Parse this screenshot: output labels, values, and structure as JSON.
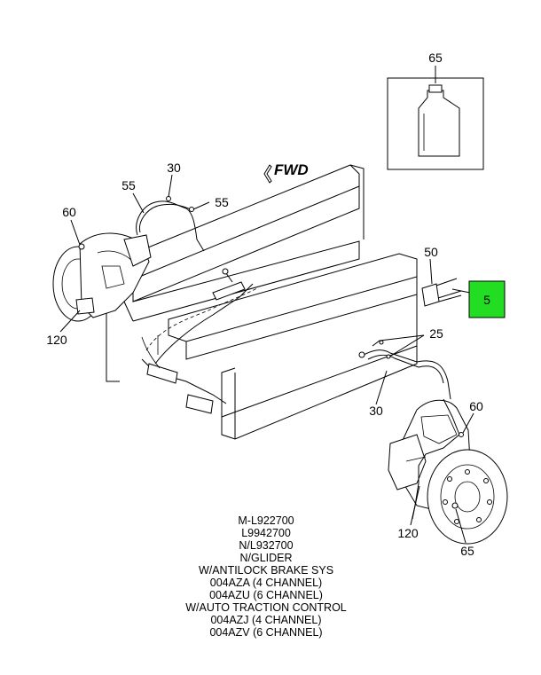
{
  "direction_label": "FWD",
  "callouts": {
    "fluid_bottle": "65",
    "harness_top": "30",
    "clip_left": "55",
    "clip_right": "55",
    "sensor_left": "60",
    "hub_left": "120",
    "connector_right": "50",
    "highlight_part": "5",
    "clips_right": "25",
    "harness_right": "30",
    "sensor_right": "60",
    "hub_right": "120",
    "rotor_right": "65"
  },
  "highlight_color": "#22dd22",
  "notes": [
    "M-L922700",
    "L9942700",
    "N/L932700",
    "N/GLIDER",
    "W/ANTILOCK BRAKE SYS",
    "004AZA (4 CHANNEL)",
    "004AZU (6 CHANNEL)",
    "W/AUTO TRACTION CONTROL",
    "004AZJ (4 CHANNEL)",
    "004AZV (6 CHANNEL)"
  ]
}
